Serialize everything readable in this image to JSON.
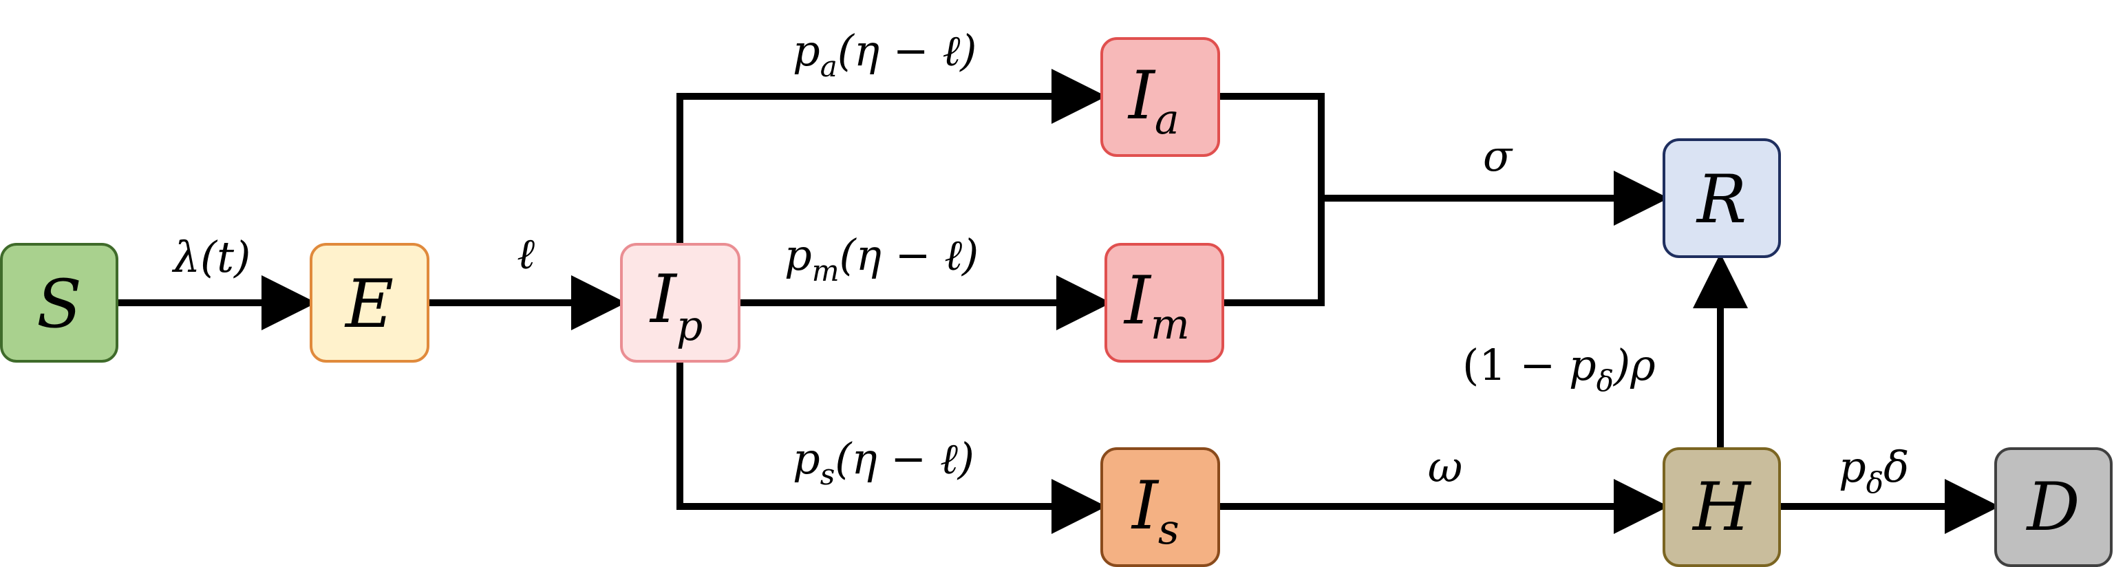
{
  "nodes": {
    "S": {
      "main": "S",
      "sub": "",
      "fill": "#a9d18e",
      "stroke": "#3f6b2a"
    },
    "E": {
      "main": "E",
      "sub": "",
      "fill": "#fff2cc",
      "stroke": "#e08a3c"
    },
    "Ip": {
      "main": "I",
      "sub": "p",
      "fill": "#fde6e6",
      "stroke": "#ea8e93"
    },
    "Ia": {
      "main": "I",
      "sub": "a",
      "fill": "#f7b9b9",
      "stroke": "#e0504f"
    },
    "Im": {
      "main": "I",
      "sub": "m",
      "fill": "#f7b9b9",
      "stroke": "#e0504f"
    },
    "Is": {
      "main": "I",
      "sub": "s",
      "fill": "#f4b183",
      "stroke": "#8a4b1c"
    },
    "R": {
      "main": "R",
      "sub": "",
      "fill": "#dae3f3",
      "stroke": "#1f2f5f"
    },
    "H": {
      "main": "H",
      "sub": "",
      "fill": "#c9bd9c",
      "stroke": "#7b6522"
    },
    "D": {
      "main": "D",
      "sub": "",
      "fill": "#bfbfbf",
      "stroke": "#404040"
    }
  },
  "edges": {
    "s_to_e": {
      "label": "λ(t)"
    },
    "e_to_ip": {
      "label": "ℓ"
    },
    "ip_to_ia": {
      "p": "p",
      "sub": "a",
      "rest": "(η − ℓ)"
    },
    "ip_to_im": {
      "p": "p",
      "sub": "m",
      "rest": "(η − ℓ)"
    },
    "ip_to_is": {
      "p": "p",
      "sub": "s",
      "rest": "(η − ℓ)"
    },
    "to_r": {
      "label": "σ"
    },
    "is_to_h": {
      "label": "ω"
    },
    "h_to_r": {
      "pre": "(1 − ",
      "p": "p",
      "sub": "δ",
      "post": ")ρ"
    },
    "h_to_d": {
      "p": "p",
      "sub": "δ",
      "post": "δ"
    }
  }
}
